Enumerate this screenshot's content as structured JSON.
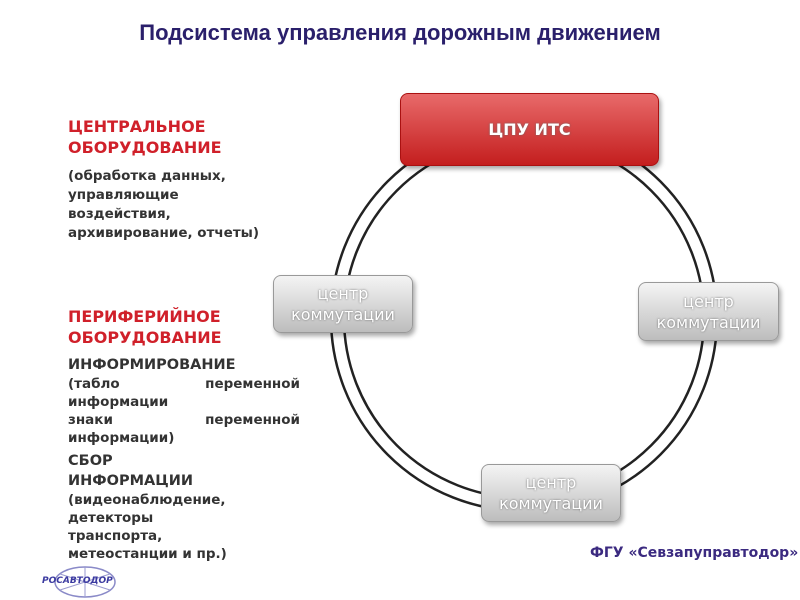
{
  "title": "Подсистема управления дорожным движением",
  "central": {
    "heading": "ЦЕНТРАЛЬНОЕ ОБОРУДОВАНИЕ",
    "desc": [
      "(обработка данных,",
      "управляющие",
      "воздействия,",
      "архивирование, отчеты)"
    ]
  },
  "peripheral": {
    "heading": "ПЕРИФЕРИЙНОЕ ОБОРУДОВАНИЕ",
    "info": {
      "heading": "ИНФОРМИРОВАНИЕ",
      "lines": [
        "(табло переменной",
        "информации",
        "знаки переменной",
        "информации)"
      ]
    },
    "collect": {
      "heading": [
        "СБОР",
        "ИНФОРМАЦИИ"
      ],
      "lines": [
        "(видеонаблюдение,",
        "детекторы",
        "транспорта,",
        "метеостанции и пр.)"
      ]
    }
  },
  "diagram": {
    "top": "ЦПУ ИТС",
    "nodes": [
      "центр коммутации",
      "центр коммутации",
      "центр коммутации"
    ]
  },
  "footer": "ФГУ «Севзапуправтодор»",
  "logo_text": "РОСАВТОДОР"
}
